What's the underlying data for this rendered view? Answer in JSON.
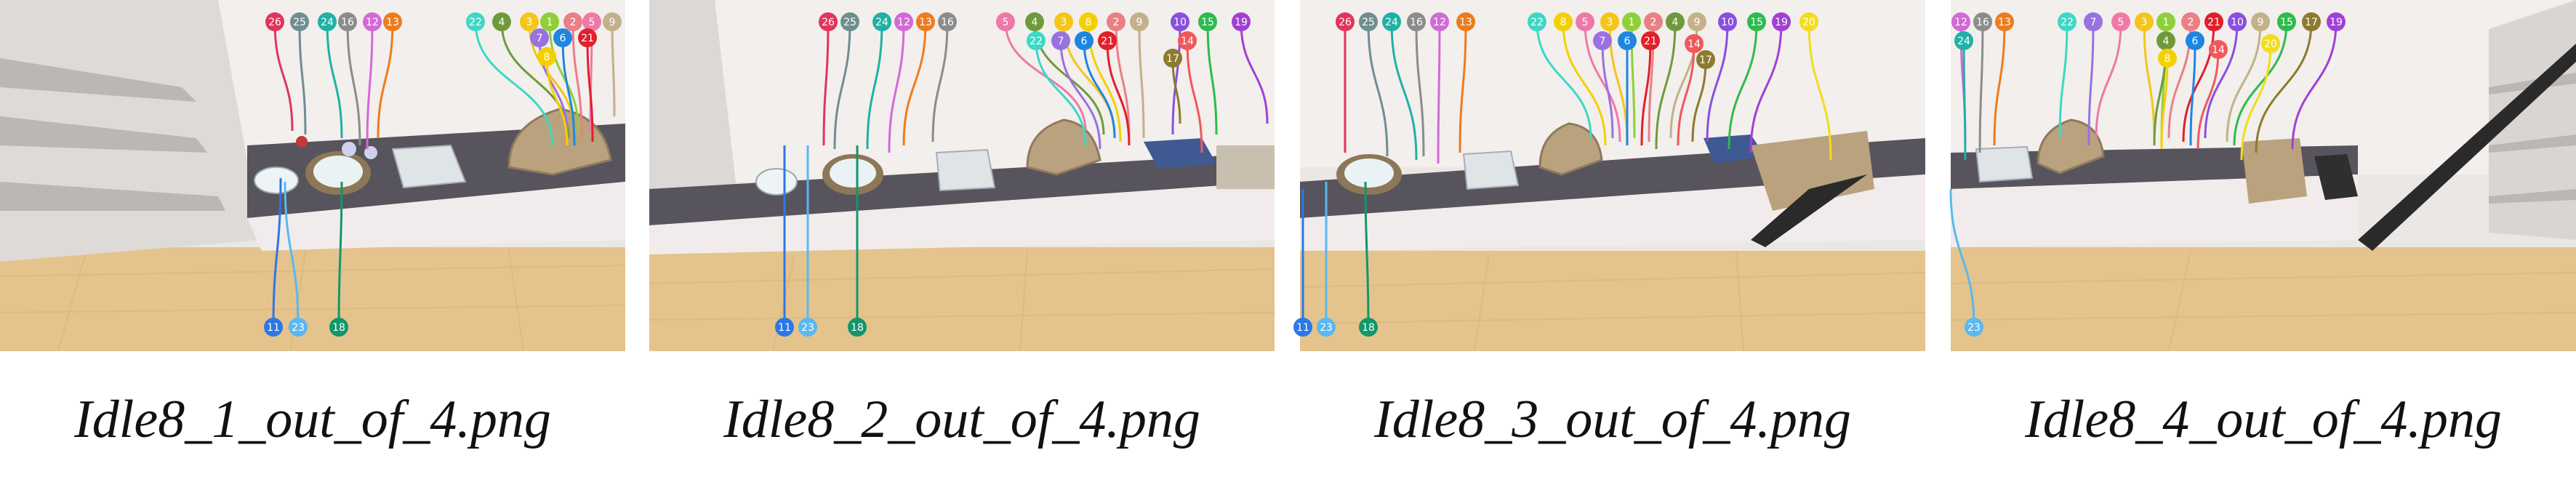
{
  "panels": [
    {
      "caption": "Idle8_1_out_of_4.png",
      "markers": [
        {
          "id": "26",
          "c": "#e2345a"
        },
        {
          "id": "25",
          "c": "#6f8e91"
        },
        {
          "id": "24",
          "c": "#1fb1a5"
        },
        {
          "id": "16",
          "c": "#8c8c8c"
        },
        {
          "id": "12",
          "c": "#d26ad6"
        },
        {
          "id": "13",
          "c": "#ee7c1c"
        },
        {
          "id": "22",
          "c": "#3dd8c6"
        },
        {
          "id": "4",
          "c": "#6f9a3b"
        },
        {
          "id": "3",
          "c": "#f5c518"
        },
        {
          "id": "1",
          "c": "#8fcf3a"
        },
        {
          "id": "2",
          "c": "#ea7f86"
        },
        {
          "id": "5",
          "c": "#f078a8"
        },
        {
          "id": "9",
          "c": "#c4b08a"
        },
        {
          "id": "7",
          "c": "#9a71e0"
        },
        {
          "id": "6",
          "c": "#1e86e0"
        },
        {
          "id": "21",
          "c": "#e0202a"
        },
        {
          "id": "8",
          "c": "#f5d000"
        },
        {
          "id": "11",
          "c": "#2d77e6"
        },
        {
          "id": "23",
          "c": "#5ab8f2"
        },
        {
          "id": "18",
          "c": "#12966b"
        }
      ]
    },
    {
      "caption": "Idle8_2_out_of_4.png",
      "markers": [
        {
          "id": "26",
          "c": "#e2345a"
        },
        {
          "id": "25",
          "c": "#6f8e91"
        },
        {
          "id": "24",
          "c": "#1fb1a5"
        },
        {
          "id": "12",
          "c": "#d26ad6"
        },
        {
          "id": "13",
          "c": "#ee7c1c"
        },
        {
          "id": "16",
          "c": "#8c8c8c"
        },
        {
          "id": "5",
          "c": "#f078a8"
        },
        {
          "id": "4",
          "c": "#6f9a3b"
        },
        {
          "id": "3",
          "c": "#f5c518"
        },
        {
          "id": "8",
          "c": "#f5d000"
        },
        {
          "id": "2",
          "c": "#ea7f86"
        },
        {
          "id": "9",
          "c": "#c4b08a"
        },
        {
          "id": "10",
          "c": "#8a4fe0"
        },
        {
          "id": "15",
          "c": "#2dbb4e"
        },
        {
          "id": "19",
          "c": "#a23fd6"
        },
        {
          "id": "22",
          "c": "#3dd8c6"
        },
        {
          "id": "7",
          "c": "#9a71e0"
        },
        {
          "id": "6",
          "c": "#1e86e0"
        },
        {
          "id": "21",
          "c": "#e0202a"
        },
        {
          "id": "14",
          "c": "#f0585a"
        },
        {
          "id": "17",
          "c": "#8c7a2e"
        },
        {
          "id": "11",
          "c": "#2d77e6"
        },
        {
          "id": "23",
          "c": "#5ab8f2"
        },
        {
          "id": "18",
          "c": "#12966b"
        }
      ]
    },
    {
      "caption": "Idle8_3_out_of_4.png",
      "markers": [
        {
          "id": "26",
          "c": "#e2345a"
        },
        {
          "id": "25",
          "c": "#6f8e91"
        },
        {
          "id": "24",
          "c": "#1fb1a5"
        },
        {
          "id": "16",
          "c": "#8c8c8c"
        },
        {
          "id": "12",
          "c": "#d26ad6"
        },
        {
          "id": "13",
          "c": "#ee7c1c"
        },
        {
          "id": "22",
          "c": "#3dd8c6"
        },
        {
          "id": "8",
          "c": "#f5d000"
        },
        {
          "id": "5",
          "c": "#f078a8"
        },
        {
          "id": "3",
          "c": "#f5c518"
        },
        {
          "id": "1",
          "c": "#8fcf3a"
        },
        {
          "id": "2",
          "c": "#ea7f86"
        },
        {
          "id": "4",
          "c": "#6f9a3b"
        },
        {
          "id": "9",
          "c": "#c4b08a"
        },
        {
          "id": "10",
          "c": "#8a4fe0"
        },
        {
          "id": "15",
          "c": "#2dbb4e"
        },
        {
          "id": "19",
          "c": "#a23fd6"
        },
        {
          "id": "20",
          "c": "#f2dd1a"
        },
        {
          "id": "7",
          "c": "#9a71e0"
        },
        {
          "id": "6",
          "c": "#1e86e0"
        },
        {
          "id": "21",
          "c": "#e0202a"
        },
        {
          "id": "14",
          "c": "#f0585a"
        },
        {
          "id": "17",
          "c": "#8c7a2e"
        },
        {
          "id": "11",
          "c": "#2d77e6"
        },
        {
          "id": "23",
          "c": "#5ab8f2"
        },
        {
          "id": "18",
          "c": "#12966b"
        }
      ]
    },
    {
      "caption": "Idle8_4_out_of_4.png",
      "markers": [
        {
          "id": "12",
          "c": "#d26ad6"
        },
        {
          "id": "16",
          "c": "#8c8c8c"
        },
        {
          "id": "13",
          "c": "#ee7c1c"
        },
        {
          "id": "22",
          "c": "#3dd8c6"
        },
        {
          "id": "7",
          "c": "#9a71e0"
        },
        {
          "id": "5",
          "c": "#f078a8"
        },
        {
          "id": "3",
          "c": "#f5c518"
        },
        {
          "id": "1",
          "c": "#8fcf3a"
        },
        {
          "id": "2",
          "c": "#ea7f86"
        },
        {
          "id": "21",
          "c": "#e0202a"
        },
        {
          "id": "10",
          "c": "#8a4fe0"
        },
        {
          "id": "9",
          "c": "#c4b08a"
        },
        {
          "id": "15",
          "c": "#2dbb4e"
        },
        {
          "id": "17",
          "c": "#8c7a2e"
        },
        {
          "id": "19",
          "c": "#a23fd6"
        },
        {
          "id": "24",
          "c": "#1fb1a5"
        },
        {
          "id": "4",
          "c": "#6f9a3b"
        },
        {
          "id": "8",
          "c": "#f5d000"
        },
        {
          "id": "6",
          "c": "#1e86e0"
        },
        {
          "id": "14",
          "c": "#f0585a"
        },
        {
          "id": "20",
          "c": "#f2dd1a"
        },
        {
          "id": "23",
          "c": "#5ab8f2"
        }
      ]
    }
  ]
}
